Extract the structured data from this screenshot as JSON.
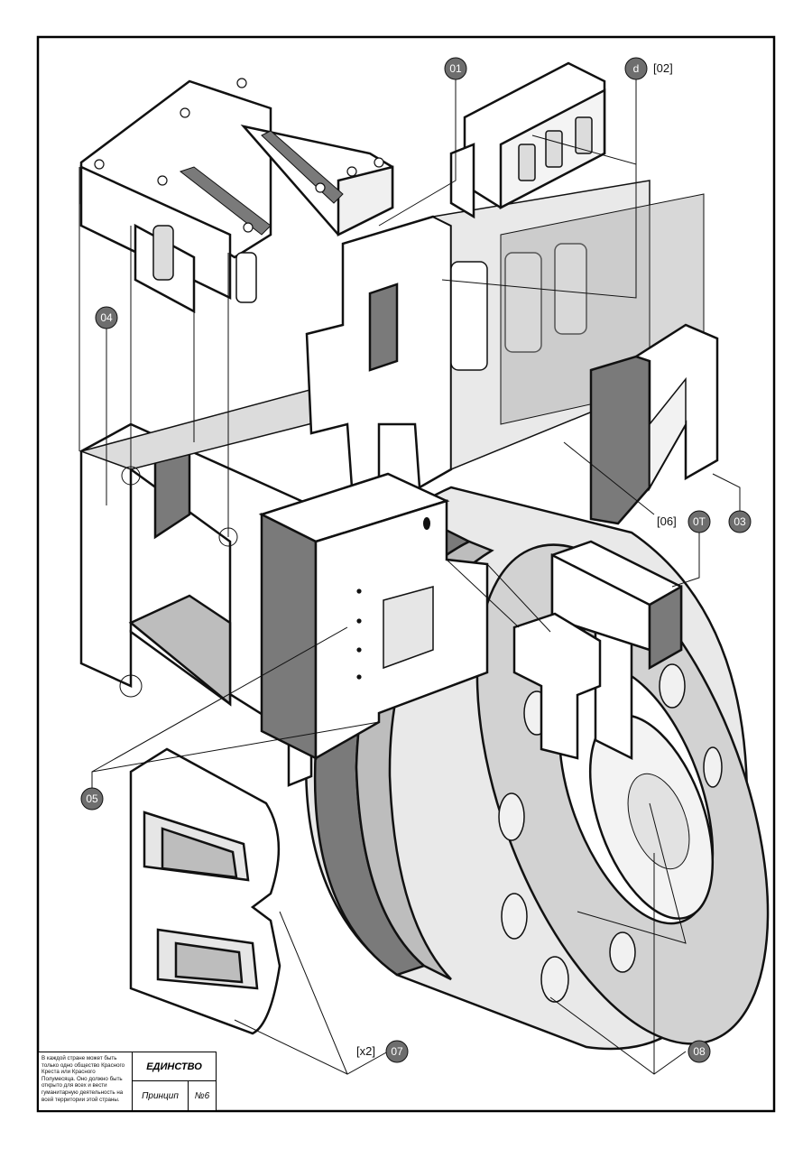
{
  "callouts": {
    "c01": {
      "label": "01"
    },
    "cd": {
      "label": "d",
      "bracket": "[02]"
    },
    "c03": {
      "label": "03"
    },
    "c04": {
      "label": "04"
    },
    "c05": {
      "label": "05"
    },
    "c0T": {
      "label": "0T",
      "bracket": "[06]"
    },
    "c07": {
      "label": "07",
      "bracket": "[x2]"
    },
    "c08": {
      "label": "08"
    }
  },
  "title_block": {
    "description": "В каждой стране может быть только одно общество Красного Креста или Красного Полумесяца. Оно должно быть открыто для всех и вести гуманитарную деятельность на всей территории этой страны.",
    "title": "ЕДИНСТВО",
    "principle": "Принцип",
    "number": "№6"
  },
  "colors": {
    "ink": "#111111",
    "light_gray": "#e6e6e6",
    "mid_gray": "#bdbdbd",
    "dark_gray": "#7a7a7a",
    "callout_fill": "#6e6e6e"
  }
}
